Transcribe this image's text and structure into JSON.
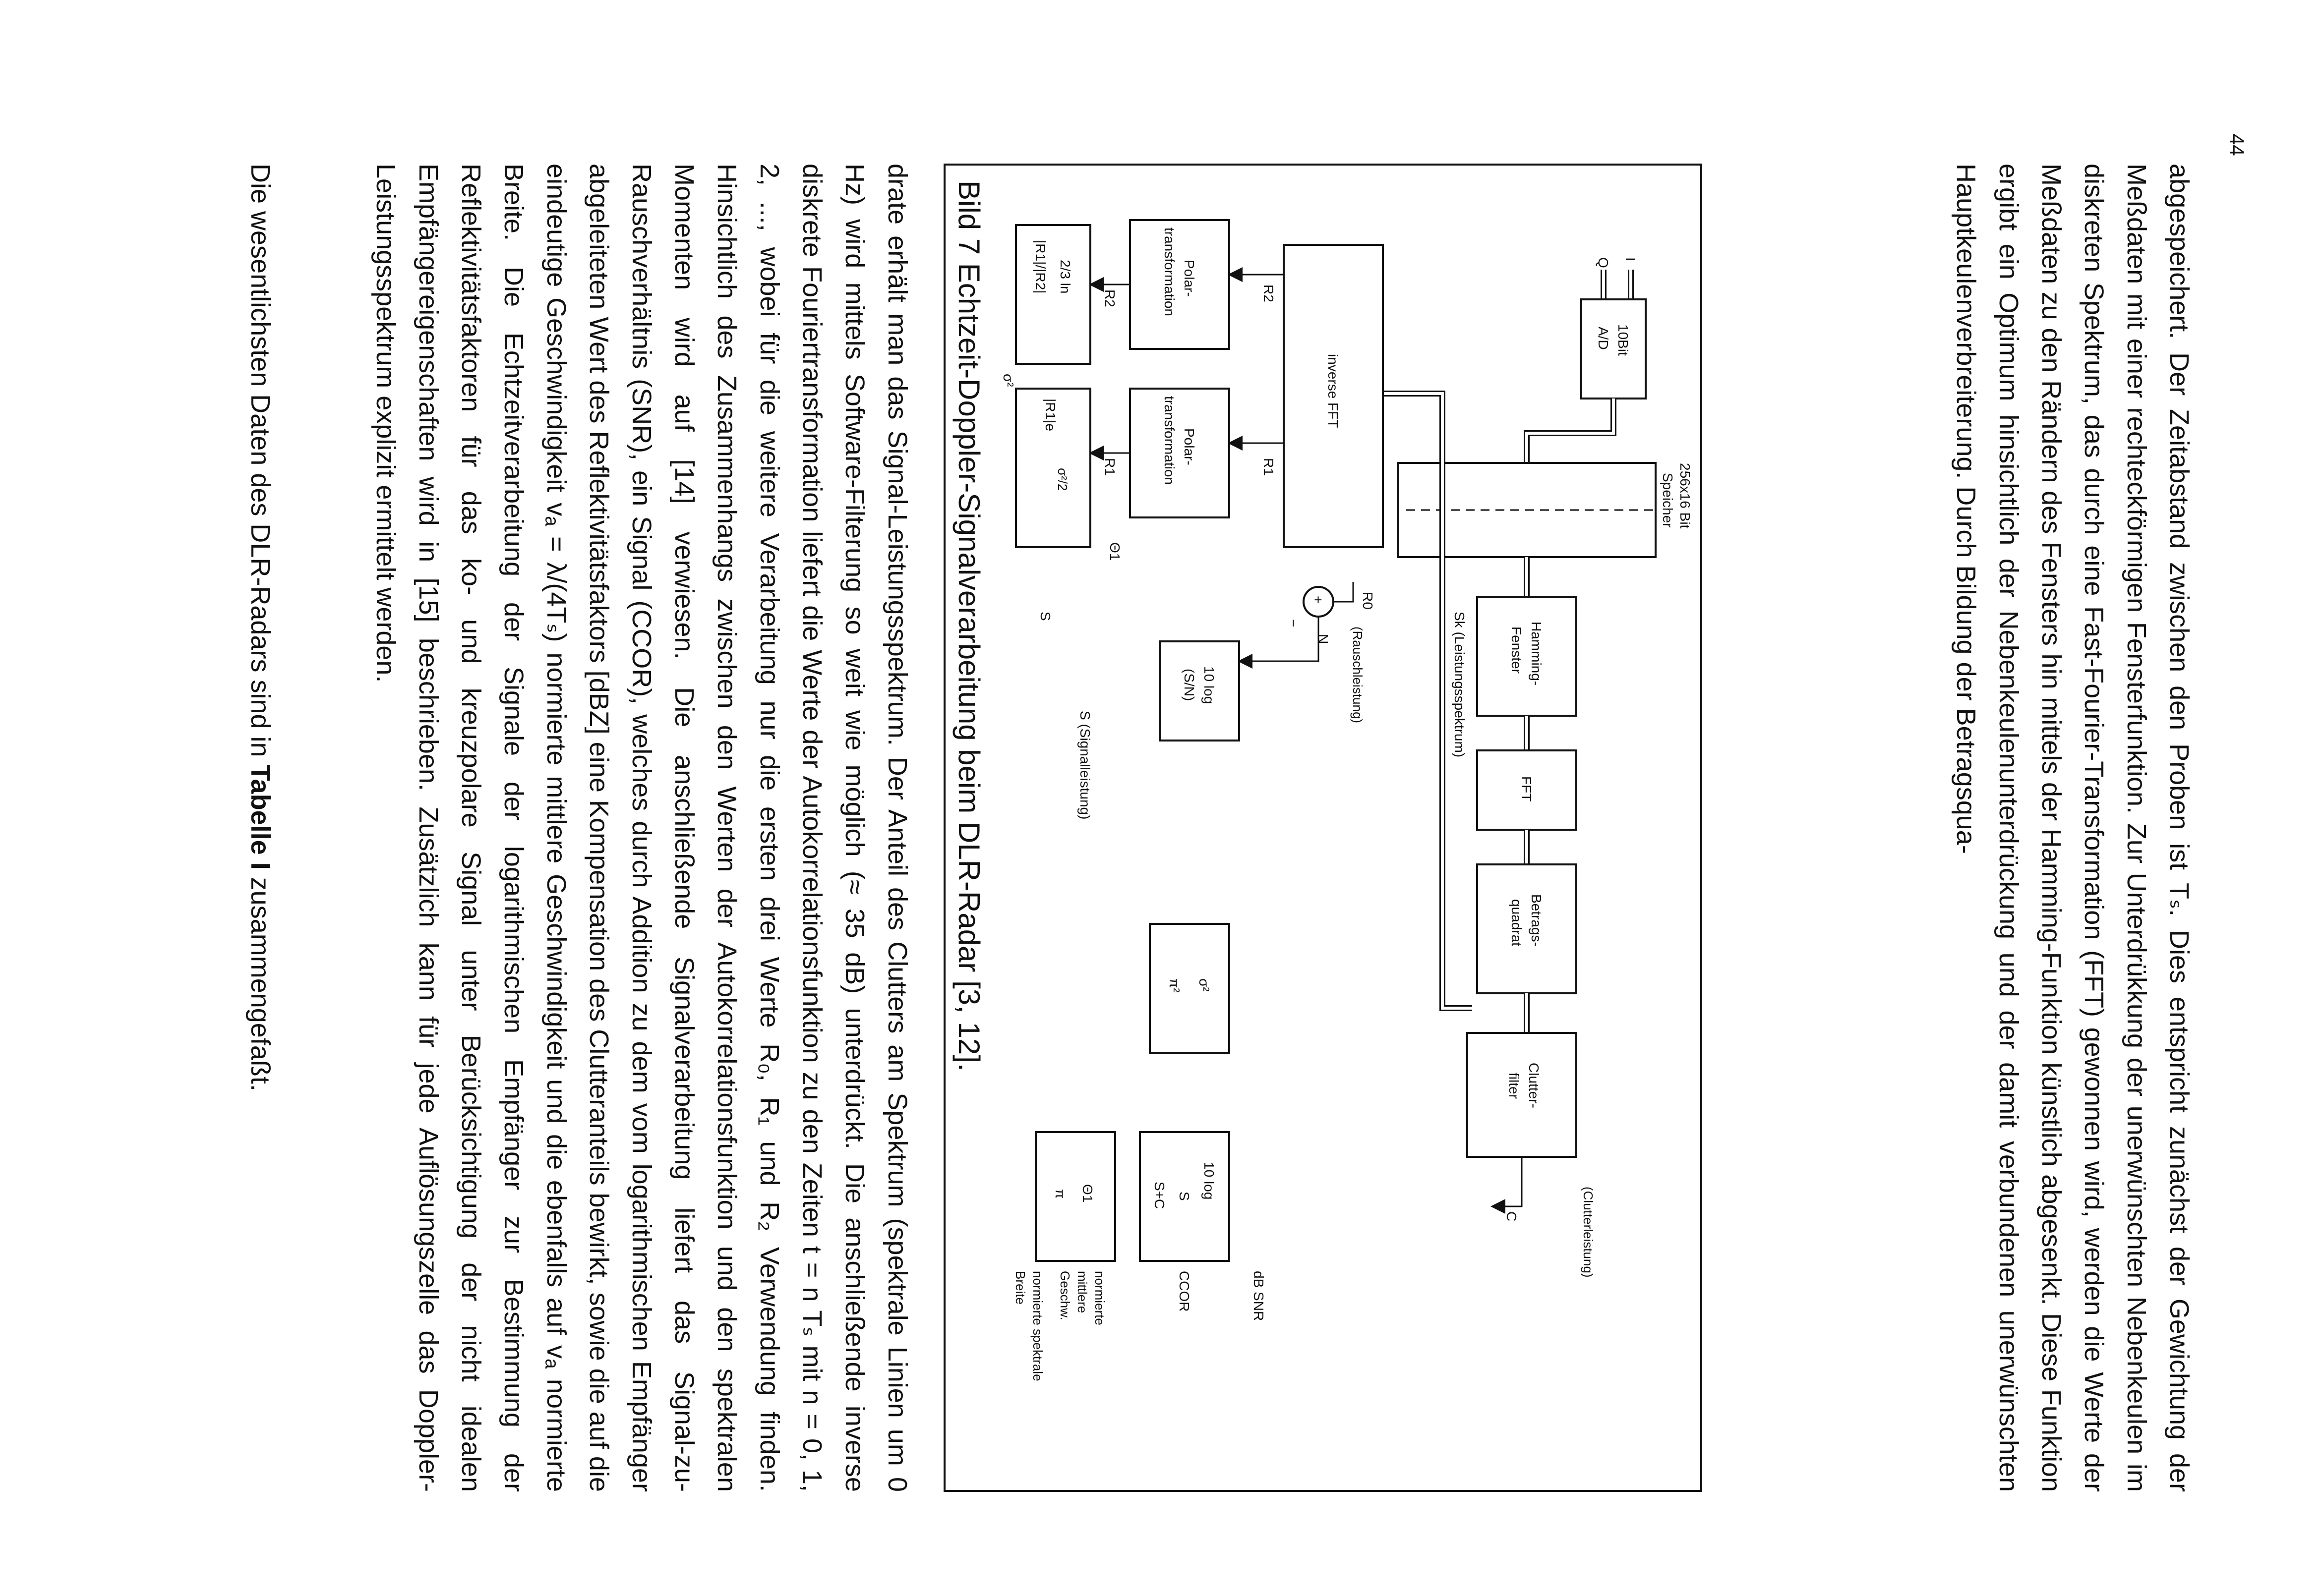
{
  "page": {
    "number": "44"
  },
  "text": {
    "para1": "abgespeichert. Der Zeitabstand zwischen den Proben ist Tₛ. Dies entspricht zunächst der Gewichtung der Meßdaten mit einer rechteckförmigen Fensterfunktion. Zur Unterdrükkung der unerwünschten Nebenkeulen im diskreten Spektrum, das durch eine Fast-Fourier-Transformation (FFT) gewonnen wird, werden die Werte der Meßdaten zu den Rändern des Fensters hin mittels der Hamming-Funktion künstlich abgesenkt. Diese Funktion ergibt ein Optimum hinsichtlich der Nebenkeulenunterdrückung und der damit verbundenen unerwünschten Hauptkeulenverbreiterung. Durch Bildung der Betragsqua-",
    "para2": "drate erhält man das Signal-Leistungsspektrum. Der Anteil des Clutters am Spektrum (spektrale Linien um 0 Hz) wird mittels Software-Filterung so weit wie möglich (≈ 35 dB) unterdrückt. Die anschließende inverse diskrete Fouriertransformation liefert die Werte der Autokorrelationsfunktion zu den Zeiten t = n Tₛ mit n = 0, 1, 2, ..., wobei für die weitere Verarbeitung nur die ersten drei Werte R₀, R₁ und R₂ Verwendung finden. Hinsichtlich des Zusammenhangs zwischen den Werten der Autokorrelationsfunktion und den spektralen Momenten wird auf [14] verwiesen. Die anschließende Signalverarbeitung liefert das Signal-zu-Rauschverhältnis (SNR), ein Signal (CCOR), welches durch Addition zu dem vom logarithmischen Empfänger abgeleiteten Wert des Reflektivitätsfaktors [dBZ] eine Kompensation des Clutteranteils bewirkt, sowie die auf die eindeutige Geschwindigkeit vₐ = λ/(4Tₛ) normierte mittlere Geschwindigkeit und die ebenfalls auf vₐ normierte Breite. Die Echtzeitverarbeitung der Signale der logarithmischen Empfänger zur Bestimmung der Reflektivitätsfaktoren für das ko- und kreuzpolare Signal unter Berücksichtigung der nicht idealen Empfängereigenschaften wird in [15] beschrieben. Zusätzlich kann für jede Auflösungszelle das Doppler-Leistungsspektrum explizit ermittelt werden.",
    "para3_prefix": "Die wesentlichsten Daten des DLR-Radars sind in ",
    "para3_bold": "Tabelle I",
    "para3_suffix": " zusammengefaßt."
  },
  "figure": {
    "caption": "Bild 7 Echtzeit-Doppler-Signalverarbeitung beim DLR-Radar [3, 12].",
    "blocks": {
      "ad_1": "10Bit",
      "ad_2": "A/D",
      "mem_1": "256x16 Bit",
      "mem_2": "Speicher",
      "hamming_1": "Hamming-",
      "hamming_2": "Fenster",
      "fft": "FFT",
      "betrag_1": "Betrags-",
      "betrag_2": "quadrat",
      "clutter_1": "Clutter-",
      "clutter_2": "filter",
      "ifft": "inverse FFT",
      "polar_1": "Polar-",
      "polar_2": "transformation",
      "log_sn_1": "10 log",
      "log_sn_2": "(S/N)",
      "r1_exp": "|R1|e",
      "r1_exp_sup": "σ²/2",
      "ln_1": "2/3 ln",
      "ln_2": "|R1|/|R2|",
      "sqrt_num": "σ²",
      "sqrt_den": "π²",
      "log_ccor_1": "10 log",
      "log_ccor_num": "S",
      "log_ccor_den": "S+C",
      "theta_num": "Θ1",
      "theta_den": "π"
    },
    "signals": {
      "i": "I",
      "q": "Q",
      "sk": "Sk  (Leistungsspektrum)",
      "c": "C",
      "clutterleistung": "(Clutterleistung)",
      "rausch": "(Rauschleistung)",
      "n": "N",
      "r0": "R0",
      "r1": "R1",
      "r2": "R2",
      "s_sig": "S (Signalleistung)",
      "s": "S",
      "theta1": "Θ1",
      "sigma2": "σ²",
      "plus": "+",
      "minus": "−"
    },
    "outputs": {
      "db_snr": "dB SNR",
      "ccor": "CCOR",
      "geschw_1": "normierte",
      "geschw_2": "mittlere",
      "geschw_3": "Geschw.",
      "breite_1": "normierte spektrale",
      "breite_2": "Breite"
    }
  }
}
